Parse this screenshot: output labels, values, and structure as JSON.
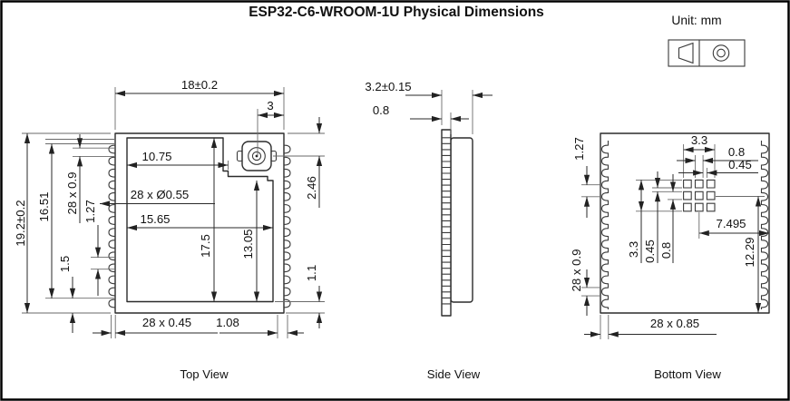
{
  "title": "ESP32-C6-WROOM-1U Physical Dimensions",
  "unit_label": "Unit: mm",
  "views": {
    "top": {
      "label": "Top View",
      "dims": {
        "overall_width": "18±0.2",
        "overall_height": "19.2±0.2",
        "antenna_offset": "3",
        "shield_step_width": "10.75",
        "through_holes": "28 x Ø0.55",
        "shield_width": "15.65",
        "shield_height": "17.5",
        "shield_right_height": "13.05",
        "top_to_connector": "2.46",
        "shield_to_edge": "1.1",
        "pad_row_span": "16.51",
        "pad_length": "28 x 0.9",
        "pad_pitch": "1.27",
        "last_pad_to_edge": "1.5",
        "pad_width": "28 x 0.45",
        "pad_to_corner": "1.08"
      }
    },
    "side": {
      "label": "Side View",
      "dims": {
        "total_thickness": "3.2±0.15",
        "pcb_thickness": "0.8"
      }
    },
    "bottom": {
      "label": "Bottom View",
      "dims": {
        "pad_pitch": "1.27",
        "grid_width": "3.3",
        "grid_pad_width": "0.8",
        "grid_pad_gap": "0.45",
        "grid_height": "3.3",
        "grid_pad_gap_v": "0.45",
        "grid_pad_height": "0.8",
        "grid_to_right_edge": "7.495",
        "grid_to_bottom_edge": "12.29",
        "pad_length": "28 x 0.9",
        "pad_width": "28 x 0.85"
      }
    }
  }
}
